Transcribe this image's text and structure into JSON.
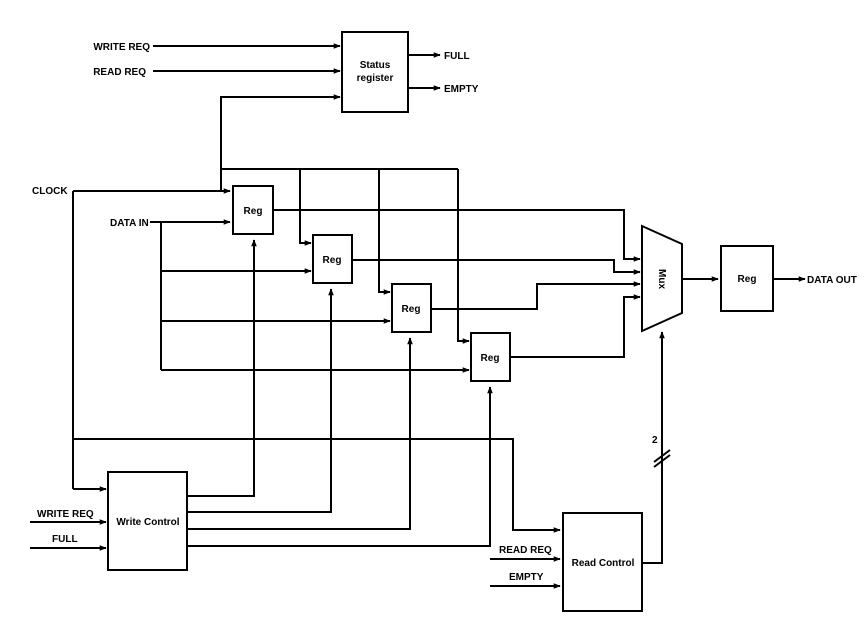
{
  "signals": {
    "write_req_top": "WRITE REQ",
    "read_req_top": "READ REQ",
    "full_out": "FULL",
    "empty_out": "EMPTY",
    "clock": "CLOCK",
    "data_in": "DATA IN",
    "data_out": "DATA OUT",
    "write_req_bottom": "WRITE REQ",
    "full_in": "FULL",
    "read_req_bottom": "READ REQ",
    "empty_in": "EMPTY",
    "bus_width": "2"
  },
  "blocks": {
    "status_register": [
      "Status",
      "register"
    ],
    "reg_label": "Reg",
    "mux": "Mux",
    "write_control": "Write Control",
    "read_control": "Read Control"
  }
}
